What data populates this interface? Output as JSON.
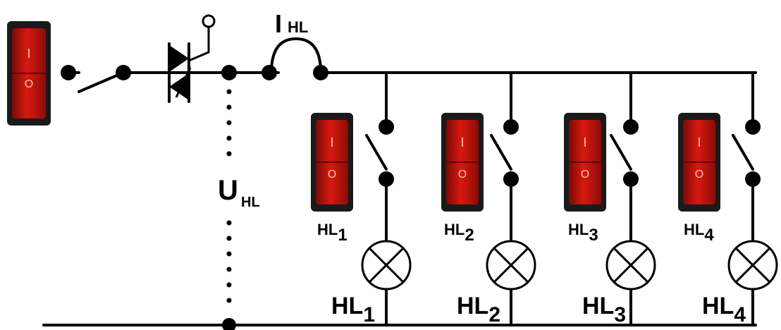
{
  "labels": {
    "current_main": "I",
    "current_sub": "HL",
    "voltage_main": "U",
    "voltage_sub": "HL"
  },
  "rocker": {
    "on_symbol": "I",
    "off_symbol": "O",
    "housing_color": "#1a1a1a",
    "face_color": "#c0140e"
  },
  "branches": [
    {
      "rocker_prefix": "HL",
      "rocker_index": "1",
      "lamp_prefix": "HL",
      "lamp_index": "1"
    },
    {
      "rocker_prefix": "HL",
      "rocker_index": "2",
      "lamp_prefix": "HL",
      "lamp_index": "2"
    },
    {
      "rocker_prefix": "HL",
      "rocker_index": "3",
      "lamp_prefix": "HL",
      "lamp_index": "3"
    },
    {
      "rocker_prefix": "HL",
      "rocker_index": "4",
      "lamp_prefix": "HL",
      "lamp_index": "4"
    }
  ]
}
